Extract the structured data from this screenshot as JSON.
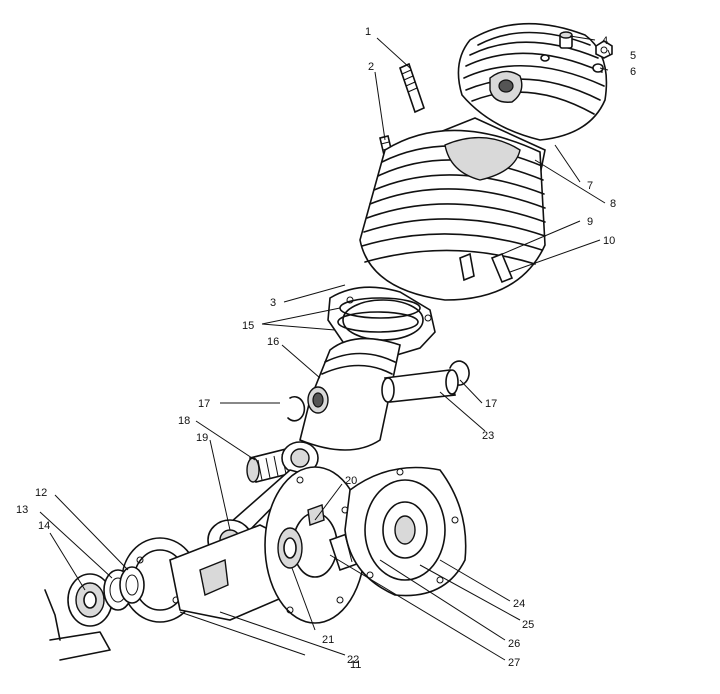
{
  "callouts": [
    {
      "id": "1",
      "label": "1"
    },
    {
      "id": "2",
      "label": "2"
    },
    {
      "id": "3",
      "label": "3"
    },
    {
      "id": "4",
      "label": "4"
    },
    {
      "id": "5",
      "label": "5"
    },
    {
      "id": "6",
      "label": "6"
    },
    {
      "id": "7",
      "label": "7"
    },
    {
      "id": "8",
      "label": "8"
    },
    {
      "id": "9",
      "label": "9"
    },
    {
      "id": "10",
      "label": "10"
    },
    {
      "id": "11",
      "label": "11"
    },
    {
      "id": "12",
      "label": "12"
    },
    {
      "id": "13",
      "label": "13"
    },
    {
      "id": "14",
      "label": "14"
    },
    {
      "id": "15",
      "label": "15"
    },
    {
      "id": "16",
      "label": "16"
    },
    {
      "id": "17a",
      "label": "17"
    },
    {
      "id": "17b",
      "label": "17"
    },
    {
      "id": "18",
      "label": "18"
    },
    {
      "id": "19",
      "label": "19"
    },
    {
      "id": "20",
      "label": "20"
    },
    {
      "id": "21",
      "label": "21"
    },
    {
      "id": "22",
      "label": "22"
    },
    {
      "id": "23",
      "label": "23"
    },
    {
      "id": "24",
      "label": "24"
    },
    {
      "id": "25",
      "label": "25"
    },
    {
      "id": "26",
      "label": "26"
    },
    {
      "id": "27",
      "label": "27"
    }
  ]
}
